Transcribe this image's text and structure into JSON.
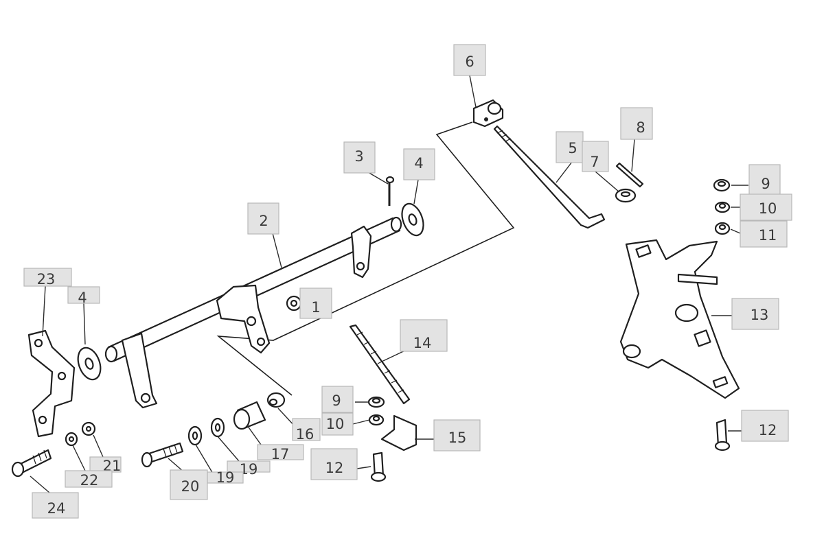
{
  "callouts": [
    {
      "id": "c1",
      "text": "1"
    },
    {
      "id": "c2",
      "text": "2"
    },
    {
      "id": "c3",
      "text": "3"
    },
    {
      "id": "c4a",
      "text": "4"
    },
    {
      "id": "c4b",
      "text": "4"
    },
    {
      "id": "c5",
      "text": "5"
    },
    {
      "id": "c6",
      "text": "6"
    },
    {
      "id": "c7",
      "text": "7"
    },
    {
      "id": "c8",
      "text": "8"
    },
    {
      "id": "c9a",
      "text": "9"
    },
    {
      "id": "c9b",
      "text": "9"
    },
    {
      "id": "c10a",
      "text": "10"
    },
    {
      "id": "c10b",
      "text": "10"
    },
    {
      "id": "c11",
      "text": "11"
    },
    {
      "id": "c12a",
      "text": "12"
    },
    {
      "id": "c12b",
      "text": "12"
    },
    {
      "id": "c13",
      "text": "13"
    },
    {
      "id": "c14",
      "text": "14"
    },
    {
      "id": "c15",
      "text": "15"
    },
    {
      "id": "c16",
      "text": "16"
    },
    {
      "id": "c17",
      "text": "17"
    },
    {
      "id": "c19a",
      "text": "19"
    },
    {
      "id": "c19b",
      "text": "19"
    },
    {
      "id": "c20",
      "text": "20"
    },
    {
      "id": "c21",
      "text": "21"
    },
    {
      "id": "c22",
      "text": "22"
    },
    {
      "id": "c23",
      "text": "23"
    },
    {
      "id": "c24",
      "text": "24"
    }
  ]
}
